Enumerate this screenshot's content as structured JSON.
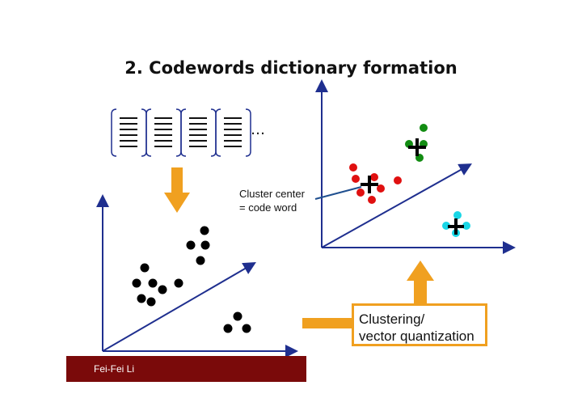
{
  "title": "2. Codewords dictionary formation",
  "ellipsis": "…",
  "cluster_label_line1": "Cluster center",
  "cluster_label_line2": "= code word",
  "process_box_line1": "Clustering/",
  "process_box_line2": "vector quantization",
  "footer_text": "Fei-Fei Li",
  "colors": {
    "axis": "#1f2f8f",
    "arrow": "#f0a020",
    "footer": "#7a0a0a",
    "cluster_red": "#e01010",
    "cluster_green": "#128c12",
    "cluster_cyan": "#19d6e6",
    "points_black": "#000000"
  }
}
